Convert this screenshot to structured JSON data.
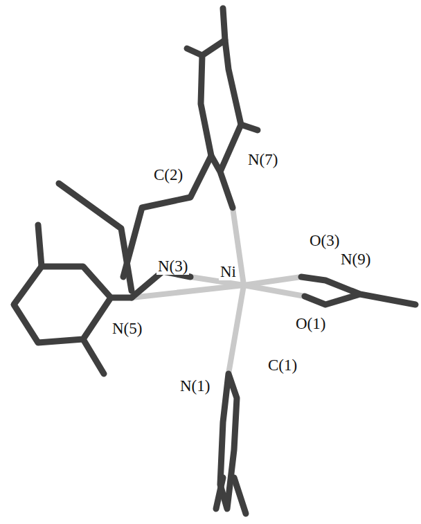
{
  "diagram": {
    "labels": [
      "N(7)",
      "C(2)",
      "N(3)",
      "Ni",
      "O(3)",
      "N(9)",
      "N(5)",
      "O(1)",
      "C(1)",
      "N(1)"
    ]
  }
}
